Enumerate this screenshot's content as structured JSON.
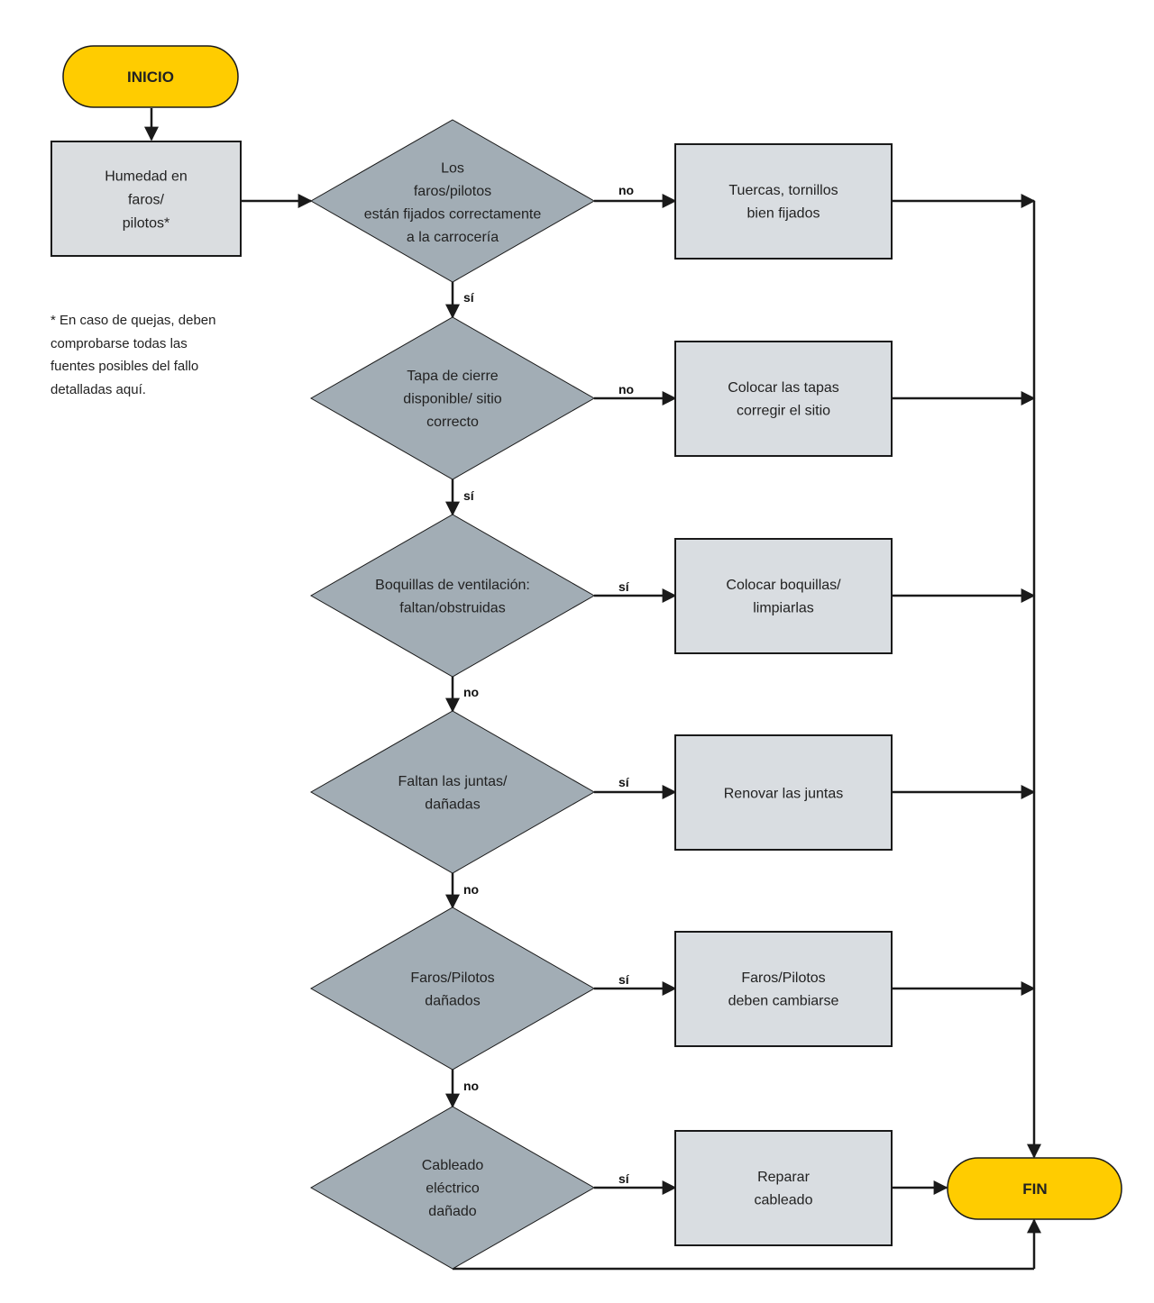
{
  "colors": {
    "terminal_fill": "#FFCC00",
    "decision_fill": "#A2ADB5",
    "process_fill": "#D9DDE1",
    "start_fill": "#DADDE0",
    "stroke": "#1a1a1a"
  },
  "nodes": {
    "inicio": {
      "lines": [
        "INICIO"
      ]
    },
    "humedad": {
      "lines": [
        "Humedad en",
        "faros/",
        "pilotos*"
      ]
    },
    "d1": {
      "lines": [
        "Los",
        "faros/pilotos",
        "están fijados correctamente",
        "a la carrocería"
      ]
    },
    "d2": {
      "lines": [
        "Tapa de cierre",
        "disponible/ sitio",
        "correcto"
      ]
    },
    "d3": {
      "lines": [
        "Boquillas de ventilación:",
        "faltan/obstruidas"
      ]
    },
    "d4": {
      "lines": [
        "Faltan las juntas/",
        "dañadas"
      ]
    },
    "d5": {
      "lines": [
        "Faros/Pilotos",
        "dañados"
      ]
    },
    "d6": {
      "lines": [
        "Cableado",
        "eléctrico",
        "dañado"
      ]
    },
    "p1": {
      "lines": [
        "Tuercas, tornillos",
        "bien fijados"
      ]
    },
    "p2": {
      "lines": [
        "Colocar las tapas",
        "corregir el sitio"
      ]
    },
    "p3": {
      "lines": [
        "Colocar boquillas/",
        "limpiarlas"
      ]
    },
    "p4": {
      "lines": [
        "Renovar las juntas"
      ]
    },
    "p5": {
      "lines": [
        "Faros/Pilotos",
        "deben cambiarse"
      ]
    },
    "p6": {
      "lines": [
        "Reparar",
        "cableado"
      ]
    },
    "fin": {
      "lines": [
        "FIN"
      ]
    }
  },
  "edge_labels": {
    "d1_p1": "no",
    "d1_d2": "sí",
    "d2_p2": "no",
    "d2_d3": "sí",
    "d3_p3": "sí",
    "d3_d4": "no",
    "d4_p4": "sí",
    "d4_d5": "no",
    "d5_p5": "sí",
    "d5_d6": "no",
    "d6_p6": "sí"
  },
  "footnote": {
    "lines": [
      "* En caso de quejas, deben",
      "comprobarse todas las",
      "fuentes posibles del fallo",
      "detalladas aquí."
    ]
  }
}
